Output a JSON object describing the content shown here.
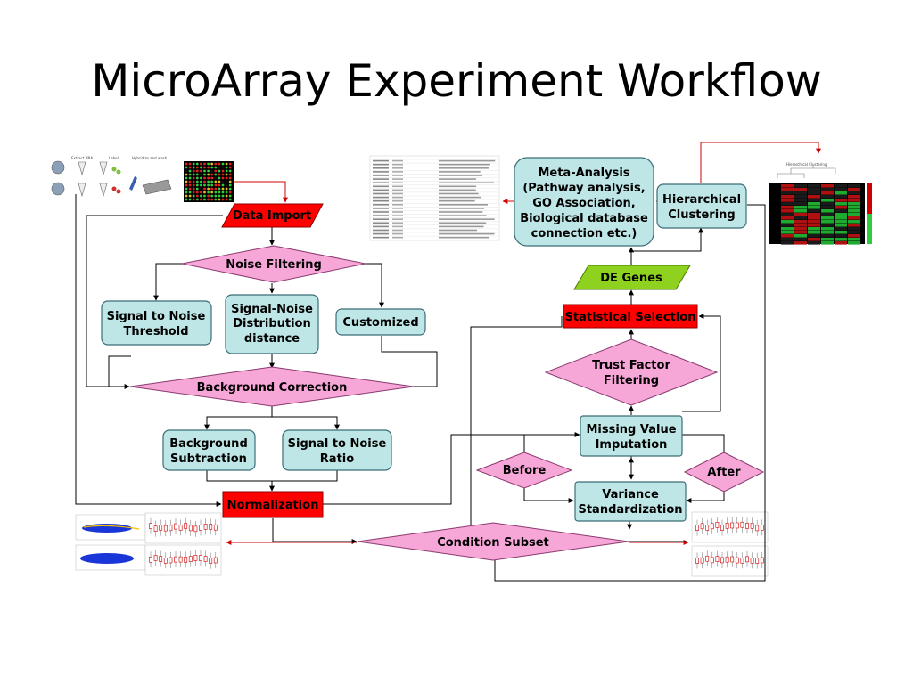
{
  "title": "MicroArray Experiment Workflow",
  "colors": {
    "teal_box": "#bfe6e6",
    "teal_border": "#3a6e78",
    "pink_diamond": "#f7a6d8",
    "pink_border": "#8a3a6e",
    "red_box": "#ff0000",
    "green_para": "#8ed11e",
    "arrow": "#000000",
    "red_arrow": "#d00000"
  },
  "nodes": {
    "data_import": "Data Import",
    "noise_filtering": "Noise Filtering",
    "signal_to_noise_threshold": [
      "Signal to Noise",
      "Threshold"
    ],
    "signal_noise_distribution": [
      "Signal-Noise",
      "Distribution",
      "distance"
    ],
    "customized": "Customized",
    "background_correction": "Background Correction",
    "background_subtraction": [
      "Background",
      "Subtraction"
    ],
    "signal_to_noise_ratio": [
      "Signal to Noise",
      "Ratio"
    ],
    "normalization": "Normalization",
    "condition_subset": "Condition Subset",
    "variance_standardization": [
      "Variance",
      "Standardization"
    ],
    "before": "Before",
    "after": "After",
    "missing_value_imputation": [
      "Missing Value",
      "Imputation"
    ],
    "trust_factor_filtering": [
      "Trust Factor",
      "Filtering"
    ],
    "statistical_selection": "Statistical Selection",
    "de_genes": "DE Genes",
    "meta_analysis": [
      "Meta-Analysis",
      "(Pathway analysis,",
      "GO Association,",
      "Biological database",
      "connection etc.)"
    ],
    "hierarchical_clustering": [
      "Hierarchical",
      "Clustering"
    ]
  },
  "thumbnails": {
    "experiment_setup": "experiment-setup-illustration",
    "microarray_image": "microarray-scan-image",
    "gene_table": "gene-list-table",
    "heatmap": "clustering-heatmap",
    "ma_plots": "ma-scatter-plots",
    "boxplots_left": "normalization-boxplots",
    "boxplots_right": "condition-subset-boxplots"
  }
}
